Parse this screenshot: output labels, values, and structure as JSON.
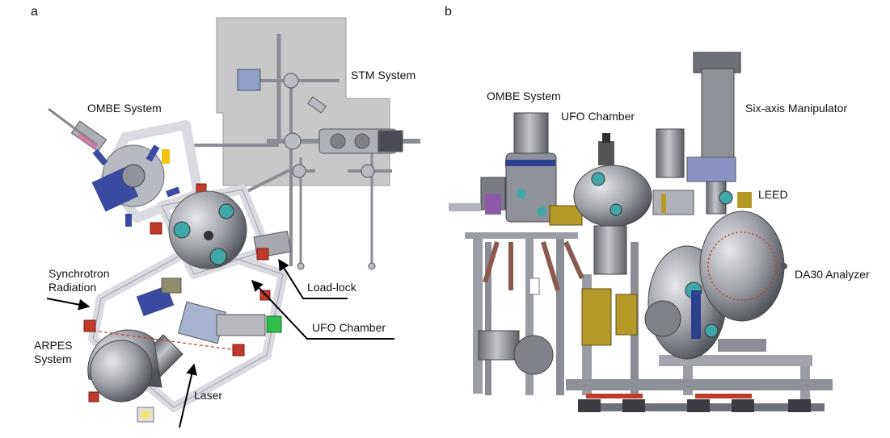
{
  "panels": {
    "a": "a",
    "b": "b"
  },
  "labels_a": {
    "stm": "STM System",
    "ombe": "OMBE System",
    "synchrotron": "Synchrotron\nRadiation",
    "loadlock": "Load-lock",
    "ufo": "UFO Chamber",
    "arpes": "ARPES\nSystem",
    "laser": "Laser"
  },
  "labels_b": {
    "ombe": "OMBE System",
    "ufo": "UFO Chamber",
    "manipulator": "Six-axis Manipulator",
    "leed": "LEED",
    "analyzer": "DA30 Analyzer"
  },
  "colors": {
    "stm_plate": "#c8c8c8",
    "frame": "#d9dbe0",
    "steel": "#9a9da3",
    "dark_steel": "#6e7178",
    "teal": "#3fa7a8",
    "blue": "#2d3f8f",
    "red": "#c0392b",
    "gold": "#b59a2a",
    "green": "#2fbf4a"
  }
}
